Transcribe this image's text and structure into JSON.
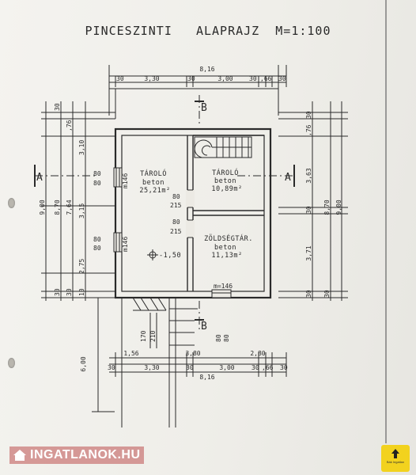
{
  "title": "PINCESZINTI   ALAPRAJZ  M=1:100",
  "section_marks": {
    "a_left": "A",
    "a_right": "A",
    "b_top": "B",
    "b_bottom": "B"
  },
  "top_dims": {
    "total": "8,16",
    "segments": [
      "30",
      "3,30",
      "30",
      "3,00",
      "30",
      ",66",
      "30"
    ]
  },
  "bottom_dims": {
    "upper": [
      "1,56",
      "3,80",
      "2,80"
    ],
    "segments": [
      "30",
      "3,30",
      "30",
      "3,00",
      "30",
      ",66",
      "30"
    ],
    "total": "8,16"
  },
  "left_dims": {
    "outer": "9,00",
    "col2": "8,70",
    "col3": "7,64",
    "top_parts": [
      "30",
      ",76",
      "3,10"
    ],
    "mid": "3,15",
    "low": "2,75",
    "bottom": [
      "30",
      "30",
      "10"
    ],
    "stair": "6,00"
  },
  "right_dims": {
    "outer": "9,00",
    "col2": "8,70",
    "top": [
      "30",
      ",76"
    ],
    "mid": [
      "3,63",
      "30",
      "3,71"
    ],
    "bottom": [
      "30",
      "30"
    ]
  },
  "rooms": [
    {
      "name": "TÁROLÓ",
      "floor": "beton",
      "area": "25,21m²"
    },
    {
      "name": "TÁROLÓ",
      "floor": "beton",
      "area": "10,89m²"
    },
    {
      "name": "ZÖLDSÉGTÁR.",
      "floor": "beton",
      "area": "11,13m²"
    }
  ],
  "openings": {
    "w1": [
      "80",
      "80"
    ],
    "w1_tag": "m146",
    "w2": [
      "80",
      "80"
    ],
    "w2_tag": "m146",
    "d1": [
      "80",
      "215"
    ],
    "d2": [
      "80",
      "215"
    ],
    "bottom_tag": "m=146",
    "stair_door": [
      "80",
      "80"
    ],
    "stair_w": [
      "170",
      "210"
    ]
  },
  "level": "-1,50",
  "watermark": "INGATLANOK.HU",
  "badge": "Bák Ingatlan"
}
